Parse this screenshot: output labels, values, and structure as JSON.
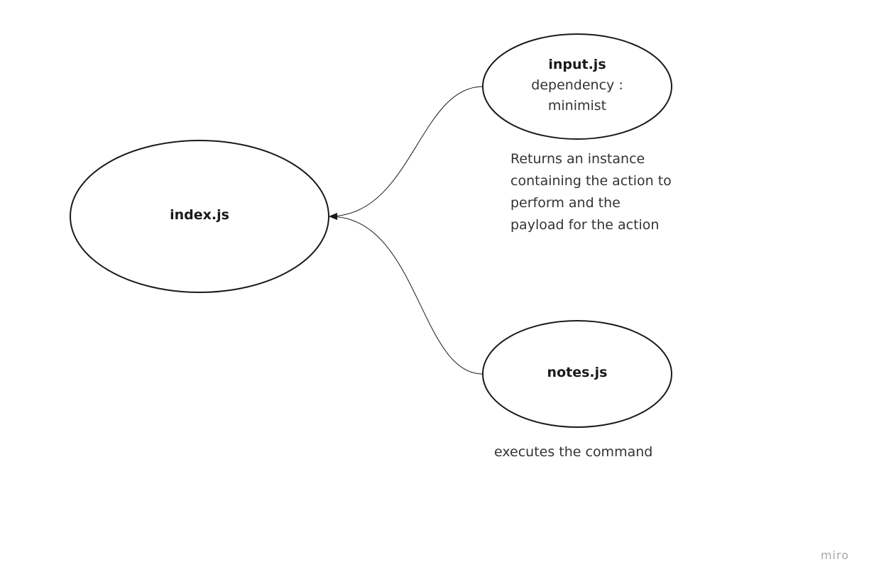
{
  "nodes": {
    "index": {
      "title": "index.js"
    },
    "input": {
      "title": "input.js",
      "line1": "dependency :",
      "line2": "minimist"
    },
    "notes": {
      "title": "notes.js"
    }
  },
  "notes": {
    "input_note": {
      "line1": "Returns an instance",
      "line2": "containing the action to",
      "line3": "perform and the",
      "line4": "payload for the action"
    },
    "notes_note": "executes the command"
  },
  "watermark": "miro"
}
